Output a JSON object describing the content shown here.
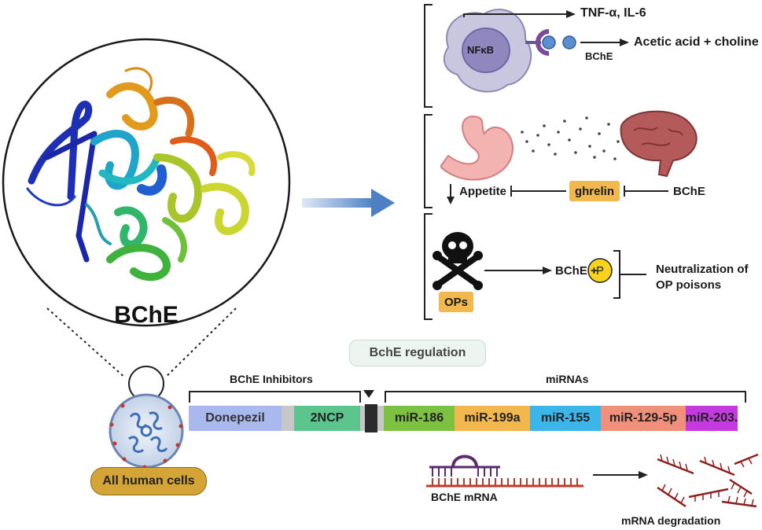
{
  "protein_label": "BChE",
  "cell_label": "All human cells",
  "inflammation": {
    "nucleus_label": "NFκB",
    "cytokines": "TNF-α, IL-6",
    "enzyme": "BChE",
    "products": "Acetic acid + choline"
  },
  "appetite": {
    "effect": "Appetite",
    "hormone": "ghrelin",
    "enzyme": "BChE"
  },
  "poison": {
    "ops_label": "OPs",
    "reaction": "BChE +",
    "p_symbol": "P",
    "outcome_line1": "Neutralization of",
    "outcome_line2": "OP poisons"
  },
  "regulation": {
    "title": "BchE regulation",
    "inhibitors_label": "BChE Inhibitors",
    "mirnas_label": "miRNAs",
    "segments": [
      {
        "label": "Donepezil",
        "color": "#a9b9ee"
      },
      {
        "label": "",
        "color": "#c7c7c7"
      },
      {
        "label": "2NCP",
        "color": "#5cc48d"
      },
      {
        "label": "",
        "color": "#c7c7c7"
      },
      {
        "label": "",
        "color": "#2b2b2b"
      },
      {
        "label": "",
        "color": "#c7c7c7"
      },
      {
        "label": "miR-186",
        "color": "#7dc141"
      },
      {
        "label": "miR-199a",
        "color": "#f2b84e"
      },
      {
        "label": "miR-155",
        "color": "#3cb6ea"
      },
      {
        "label": "miR-129-5p",
        "color": "#f0907c"
      },
      {
        "label": "miR-203.",
        "color": "#c43adf"
      }
    ],
    "mrna_label": "BChE mRNA",
    "degradation_label": "mRNA degradation"
  }
}
